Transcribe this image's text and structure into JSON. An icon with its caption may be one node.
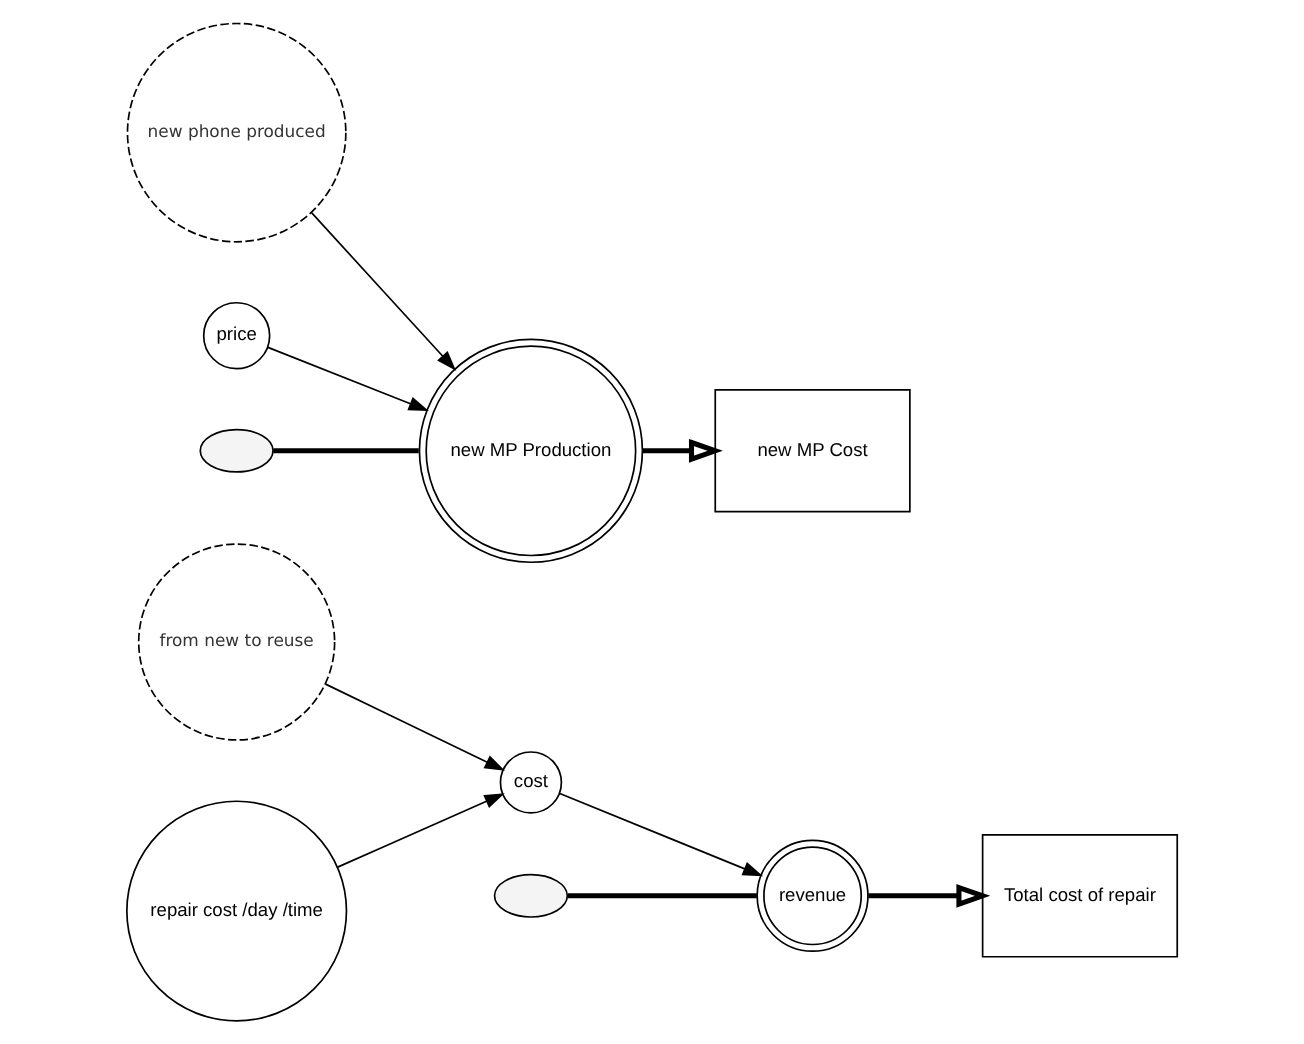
{
  "diagram": {
    "nodes": [
      {
        "text": [
          "from new to reuse"
        ]
      },
      {
        "text": [
          "cost"
        ]
      },
      {
        "text": [
          "repair cost /day /time"
        ]
      },
      {
        "text": [],
        "shape": "cloud"
      },
      {
        "text": [
          "revenue"
        ]
      },
      {
        "text": [
          "Total cost of repair"
        ]
      },
      {
        "text": [
          "new phone produced"
        ]
      },
      {
        "text": [
          "price"
        ]
      },
      {
        "text": [],
        "shape": "cloud"
      },
      {
        "text": [
          "new MP Production"
        ]
      },
      {
        "text": [
          "new MP Cost"
        ]
      }
    ],
    "edges": [
      {
        "from": 0,
        "to": 1,
        "arrow": "to"
      },
      {
        "from": 2,
        "to": 1,
        "arrow": "to"
      },
      {
        "from": 1,
        "to": 4,
        "arrow": "to"
      },
      {
        "from": 3,
        "to": 4,
        "arrow": "none",
        "style": "thick"
      },
      {
        "from": 4,
        "to": 5,
        "arrow": "to",
        "style": "thick"
      },
      {
        "from": 6,
        "to": 9,
        "arrow": "to"
      },
      {
        "from": 7,
        "to": 9,
        "arrow": "to"
      },
      {
        "from": 8,
        "to": 9,
        "arrow": "none",
        "style": "thick"
      },
      {
        "from": 9,
        "to": 10,
        "arrow": "to",
        "style": "thick"
      }
    ]
  }
}
